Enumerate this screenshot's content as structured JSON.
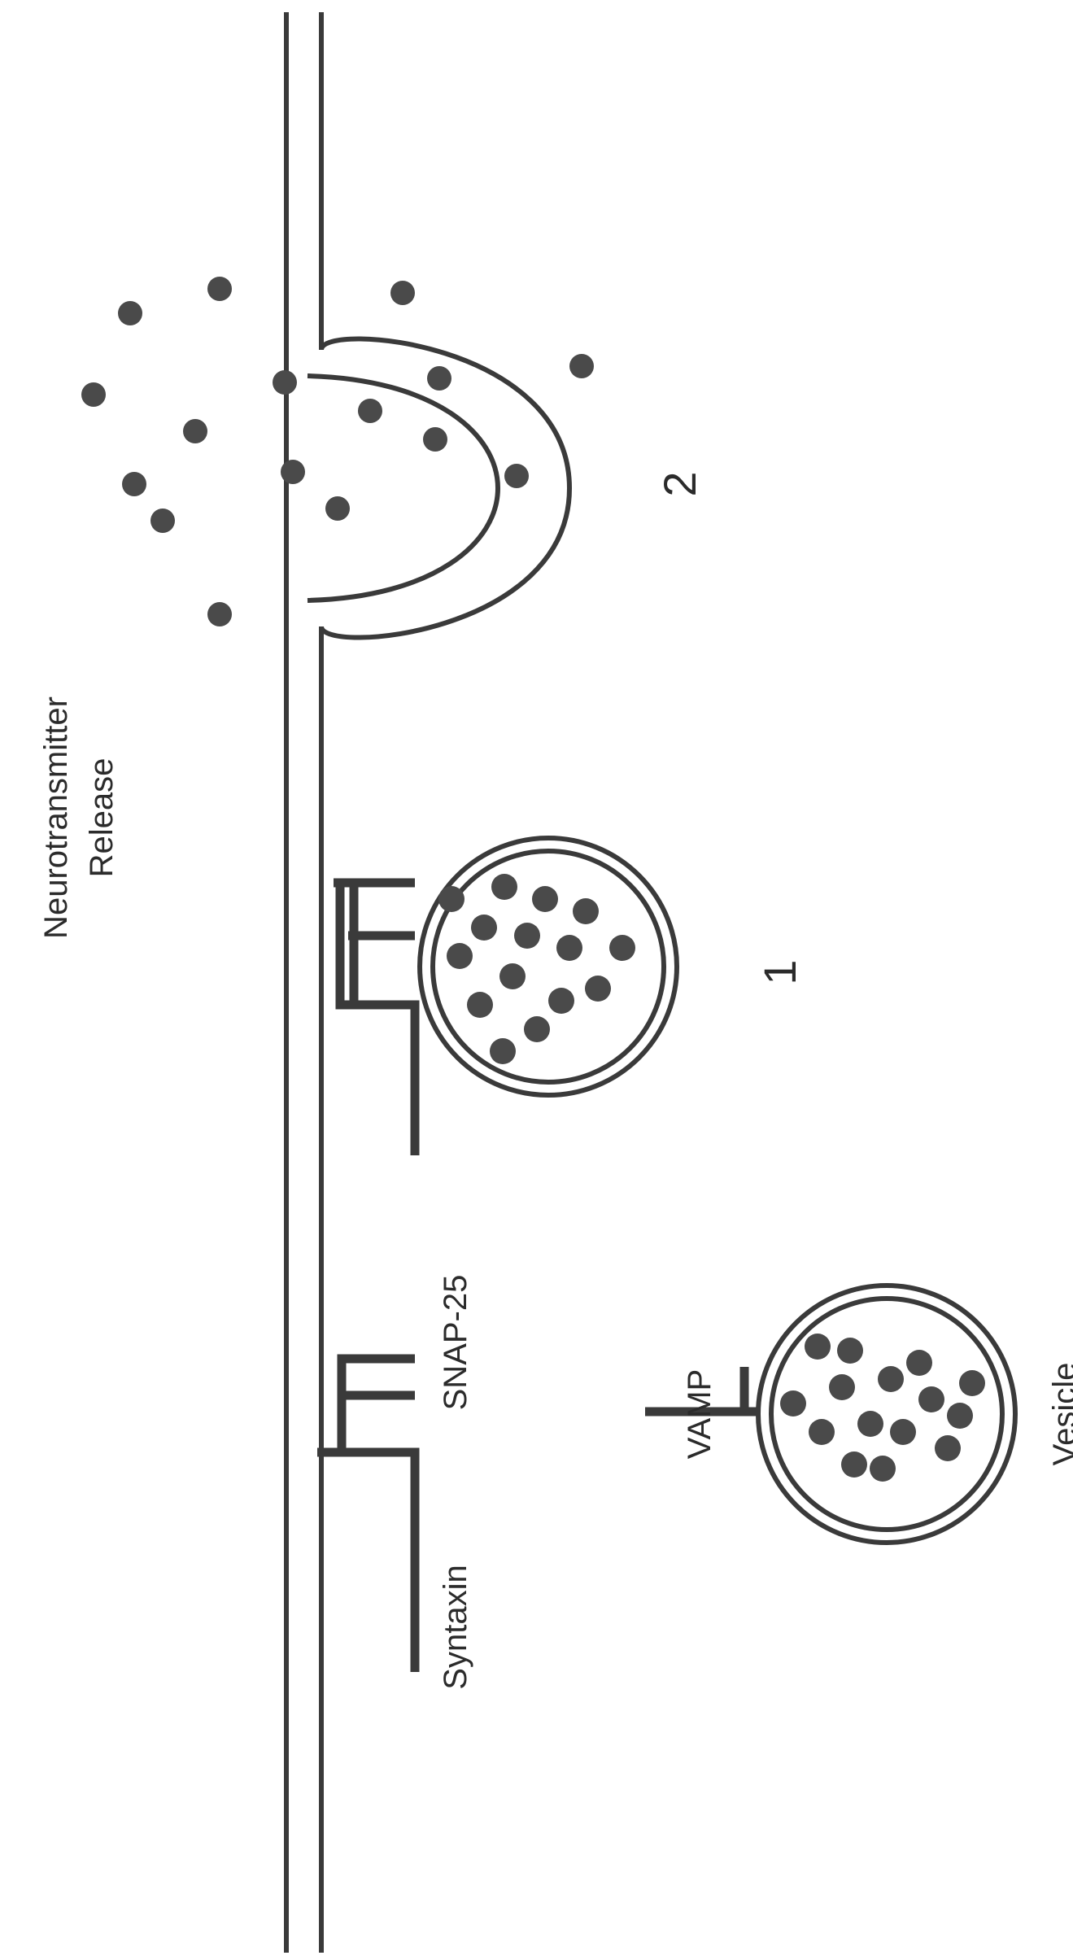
{
  "labels": {
    "syntaxin": "Syntaxin",
    "snap25": "SNAP-25",
    "vamp": "VAMP",
    "vesicle": "Vesicle",
    "release_line1": "Neurotransmitter",
    "release_line2": "Release",
    "step1": "1",
    "step2": "2"
  },
  "colors": {
    "ink": "#3a3a3a",
    "dot": "#4a4a4a",
    "background": "#ffffff"
  }
}
